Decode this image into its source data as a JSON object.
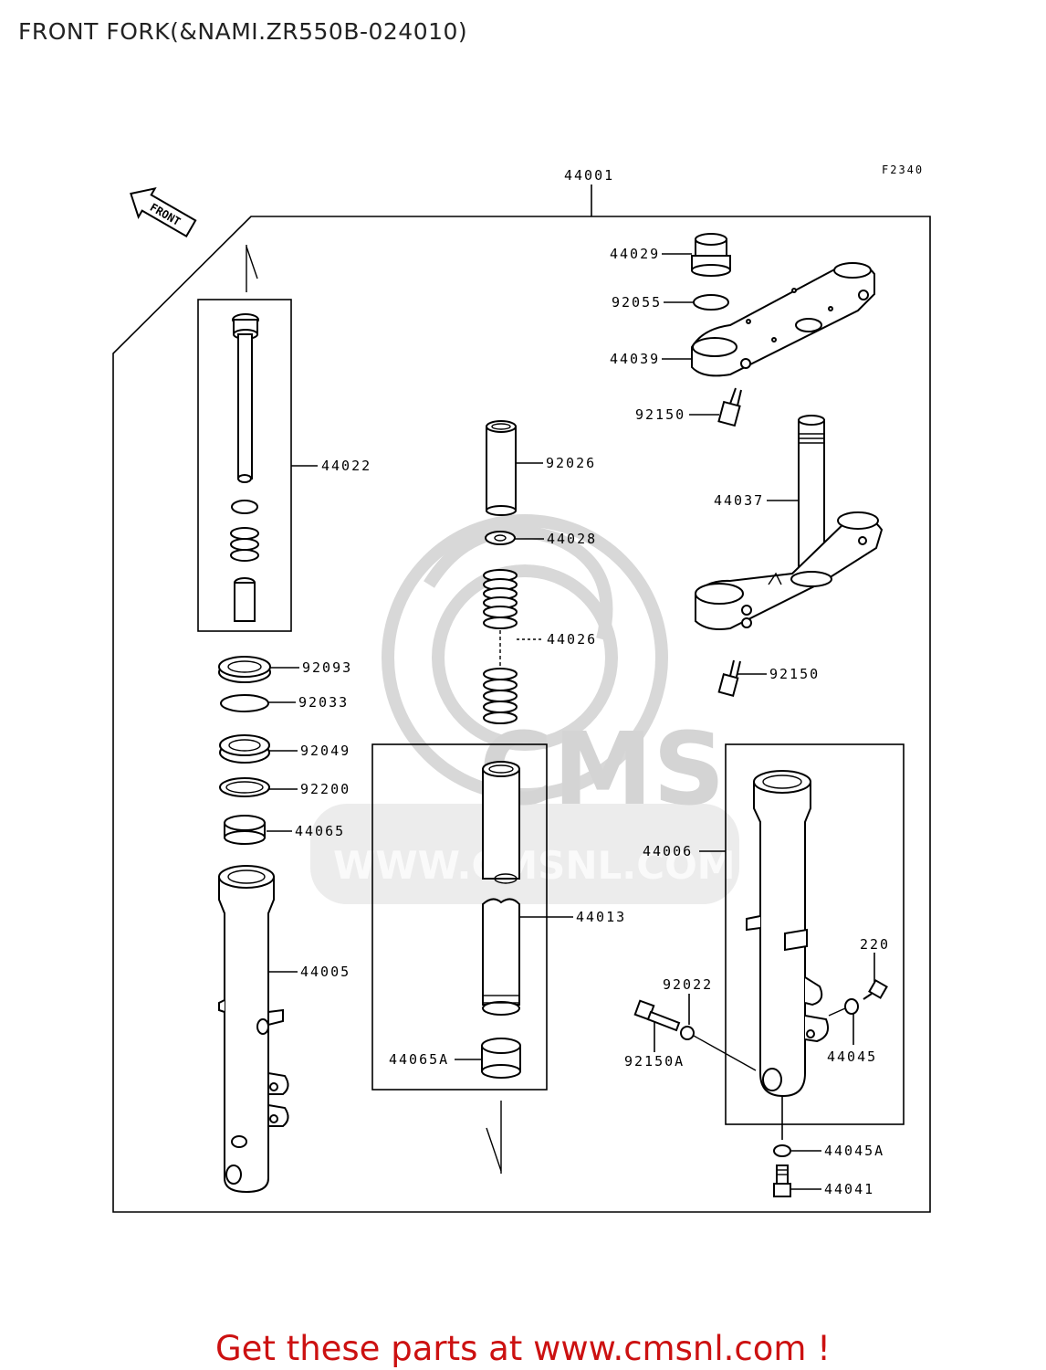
{
  "title": "FRONT FORK(&NAMI.ZR550B-024010)",
  "figure_code": "F2340",
  "front_arrow_label": "FRONT",
  "watermark": {
    "brand": "CMS",
    "url": "WWW.CMSNL.COM"
  },
  "footer_link_text": "Get these parts at www.cmsnl.com !",
  "colors": {
    "footer": "#cc1111",
    "watermark": "#d4d4d4",
    "lines": "#000000"
  },
  "part_labels": {
    "p44001": "44001",
    "p44029": "44029",
    "p92055": "92055",
    "p44039": "44039",
    "p92150_top": "92150",
    "p44037": "44037",
    "p92150_mid": "92150",
    "p44022": "44022",
    "p92026": "92026",
    "p44028": "44028",
    "p44026": "44026",
    "p92093": "92093",
    "p92033": "92033",
    "p92049": "92049",
    "p92200": "92200",
    "p44065": "44065",
    "p44005": "44005",
    "p44013": "44013",
    "p44065A": "44065A",
    "p44006": "44006",
    "p220": "220",
    "p92022": "92022",
    "p92150A": "92150A",
    "p44045": "44045",
    "p44045A": "44045A",
    "p44041": "44041"
  }
}
